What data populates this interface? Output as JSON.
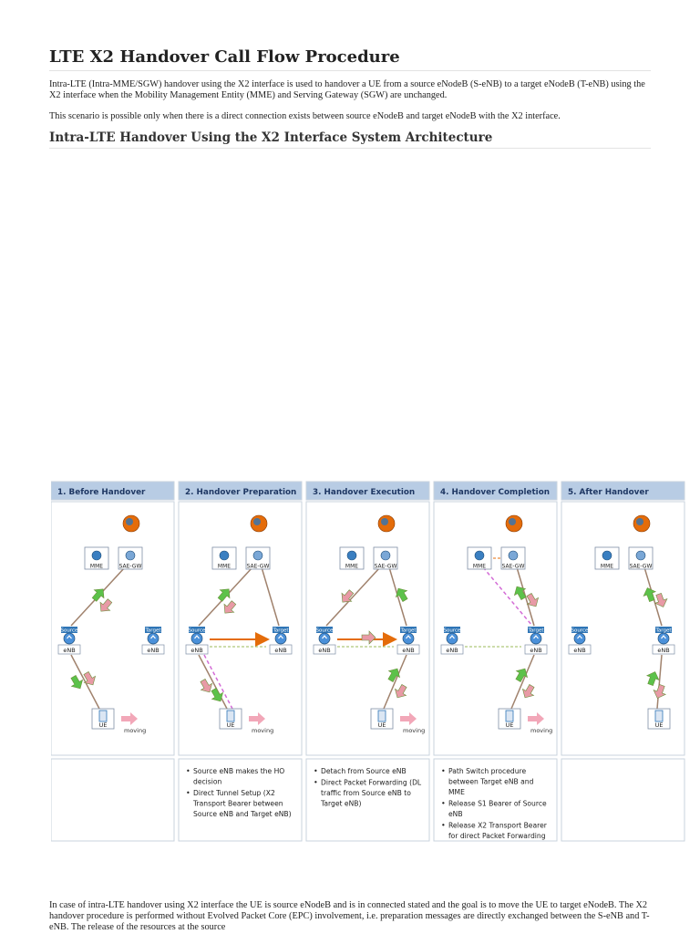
{
  "page": {
    "title": "LTE X2 Handover Call Flow Procedure",
    "intro_paragraph": "Intra-LTE (Intra-MME/SGW) handover using the X2 interface is used to handover a UE from a source eNodeB (S-eNB) to a target eNodeB (T-eNB) using the X2 interface when the Mobility Management Entity (MME) and Serving Gateway (SGW) are unchanged.",
    "scenario_paragraph": "This scenario is possible only when there is a direct connection exists between source eNodeB and target eNodeB with the X2 interface.",
    "section_heading": "Intra-LTE Handover Using the X2 Interface System Architecture",
    "bottom_paragraph": "In case of intra-LTE handover using X2 interface the UE is source eNodeB and is in connected stated and the goal is to move the UE to target eNodeB. The X2 handover procedure is performed without Evolved Packet Core (EPC) involvement, i.e. preparation messages are directly exchanged between the S-eNB and T-eNB. The release of the resources at the source"
  },
  "diagram": {
    "node_labels": {
      "mme": "MME",
      "sae_gw": "SAE-GW",
      "source": "Source",
      "target": "Target",
      "enb": "eNB",
      "ue": "UE",
      "moving": "moving"
    },
    "panels": [
      {
        "title": "1. Before Handover",
        "notes": []
      },
      {
        "title": "2. Handover Preparation",
        "notes": [
          [
            "Source eNB makes the HO",
            "decision"
          ],
          [
            "Direct Tunnel Setup (X2",
            "Transport Bearer between",
            "Source eNB and Target eNB)"
          ]
        ]
      },
      {
        "title": "3. Handover Execution",
        "notes": [
          [
            "Detach from Source eNB"
          ],
          [
            "Direct Packet Forwarding (DL",
            "traffic from Source eNB to",
            "Target eNB)"
          ]
        ]
      },
      {
        "title": "4. Handover Completion",
        "notes": [
          [
            "Path Switch procedure",
            "between Target eNB and",
            "MME"
          ],
          [
            "Release S1 Bearer of Source",
            "eNB"
          ],
          [
            "Release X2 Transport Bearer",
            "for direct Packet Forwarding"
          ]
        ]
      },
      {
        "title": "5. After Handover",
        "notes": []
      }
    ],
    "colors": {
      "header_bg": "#b8cce4",
      "header_text": "#1f3864",
      "panel_border": "#c9d3de",
      "s1_link": "#a0826d",
      "x2_link": "#e46c0a",
      "radio_link": "#8aae3f",
      "path_switch": "#d36bd6",
      "green_arrow": "#5cc24a",
      "pink_arrow": "#e89aa6",
      "node_blue": "#2e75b6",
      "moving_arrow": "#f2a7b8"
    }
  }
}
